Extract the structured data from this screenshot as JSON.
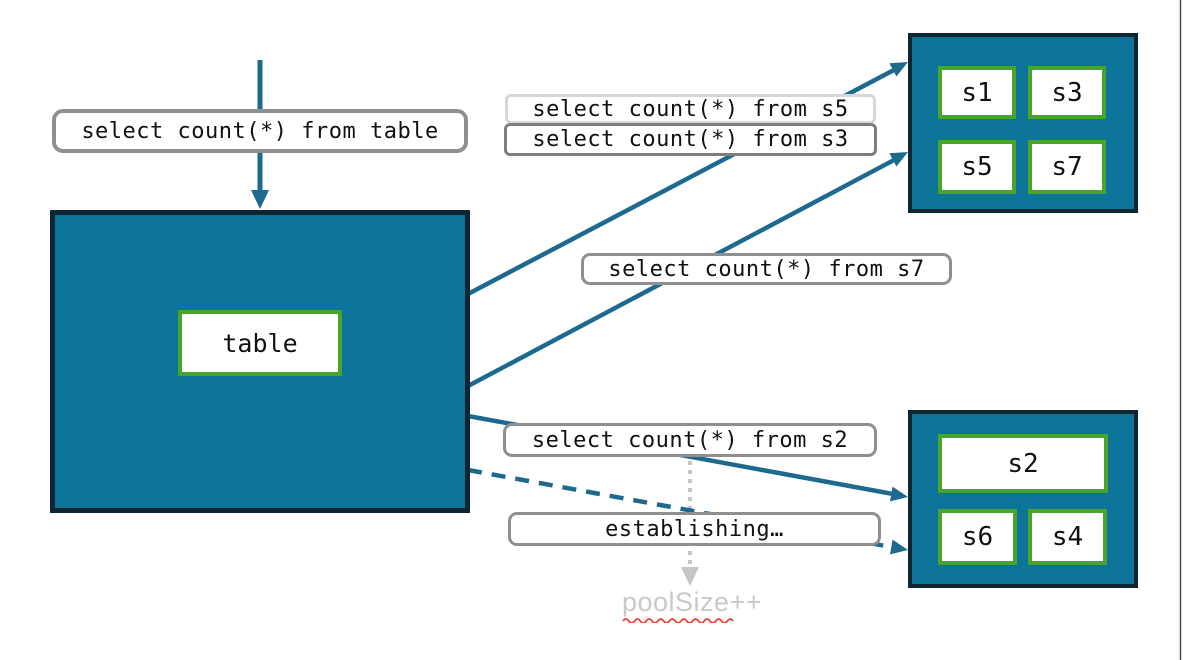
{
  "queries": {
    "from_table": "select count(*) from table",
    "from_s5": "select count(*) from s5",
    "from_s3": "select count(*) from s3",
    "from_s7": "select count(*) from s7",
    "from_s2": "select count(*) from s2",
    "establishing": "establishing…"
  },
  "table": {
    "label": "table"
  },
  "shard_groups": {
    "top": {
      "cells": [
        "s1",
        "s3",
        "s5",
        "s7"
      ]
    },
    "bottom": {
      "cells": [
        "s2",
        "s6",
        "s4"
      ]
    }
  },
  "pool_size": {
    "word": "poolSize",
    "suffix": "++"
  },
  "colors": {
    "box_fill": "#0c7499",
    "box_border": "#0e2634",
    "cell_border": "#4aa32a",
    "arrow_teal": "#1e6a8f",
    "label_border_gray": "#8f8f8f",
    "label_border_light": "#d7d7d7",
    "label_border_dark": "#7d7d7d",
    "dotted_arrow_gray": "#c6c6c6",
    "pool_size_text": "#c9c9c9",
    "spellcheck_squiggle": "#e8442e"
  }
}
